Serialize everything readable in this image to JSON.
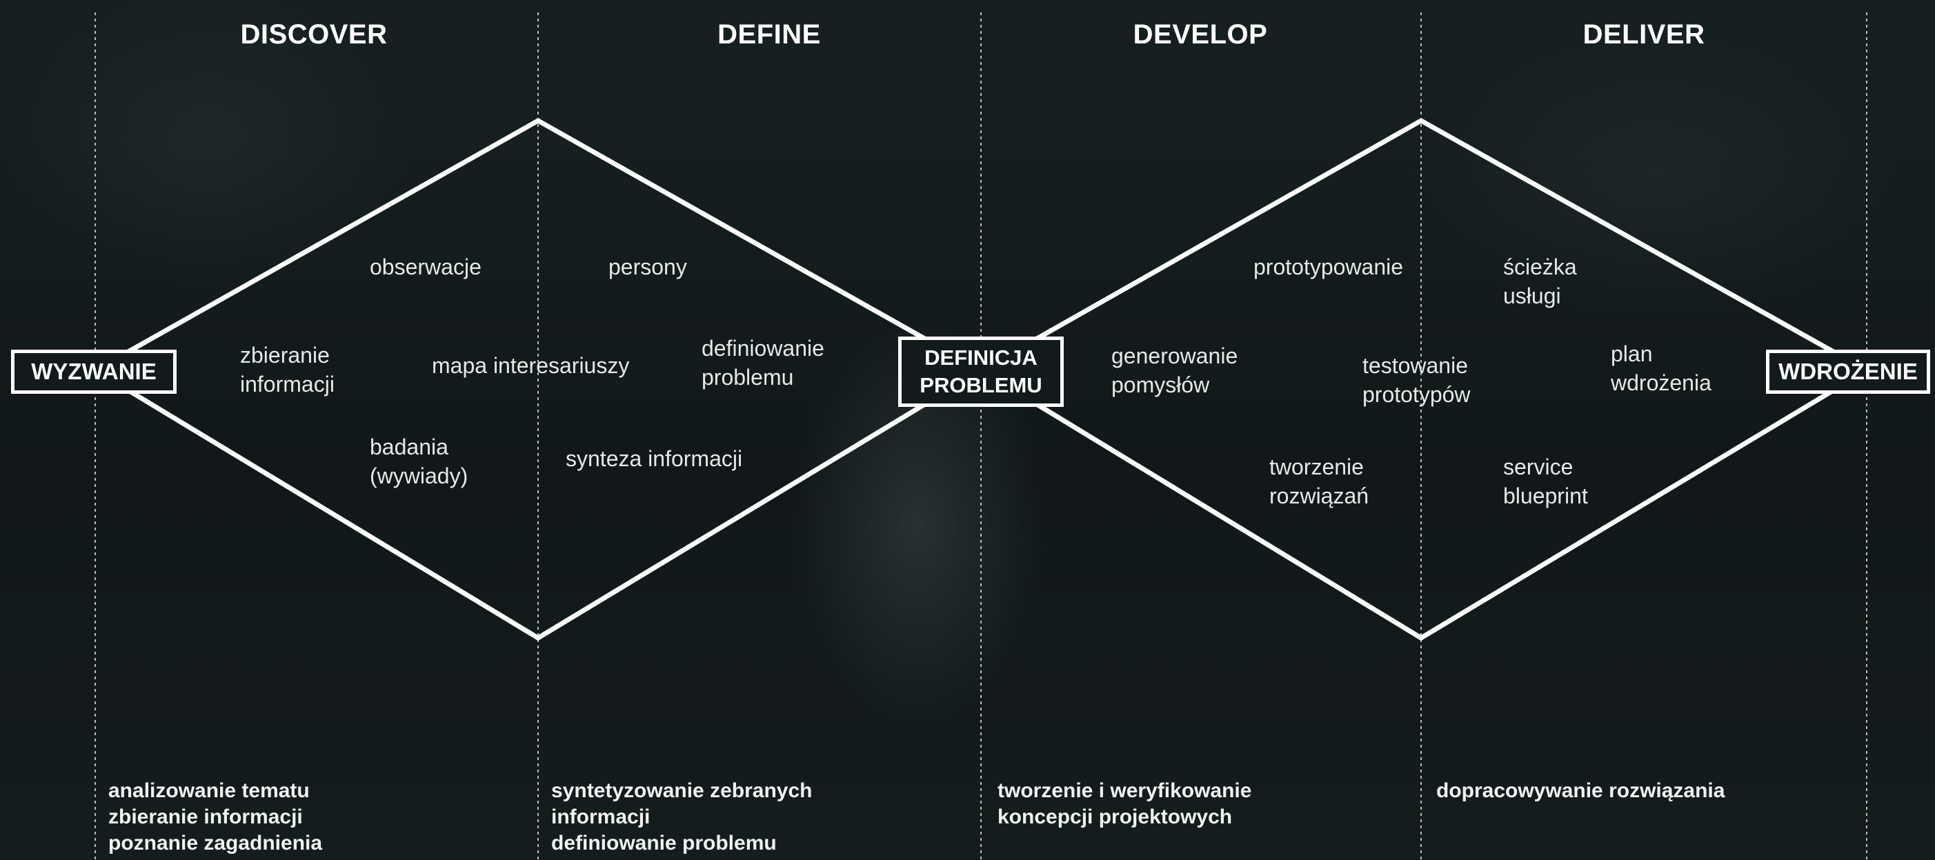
{
  "phases": {
    "discover": "DISCOVER",
    "define": "DEFINE",
    "develop": "DEVELOP",
    "deliver": "DELIVER"
  },
  "boxes": {
    "challenge": "WYZWANIE",
    "problem_definition": "DEFINICJA\nPROBLEMU",
    "implementation": "WDROŻENIE"
  },
  "first_diamond": {
    "observations": "obserwacje",
    "personas": "persony",
    "gathering_info": "zbieranie\ninformacji",
    "stakeholder_map": "mapa interesariuszy",
    "defining_problem": "definiowanie\nproblemu",
    "research": "badania\n(wywiady)",
    "synthesis": "synteza informacji"
  },
  "second_diamond": {
    "prototyping": "prototypowanie",
    "service_path": "ścieżka\nusługi",
    "idea_generation": "generowanie\npomysłów",
    "prototype_testing": "testowanie\nprototypów",
    "implementation_plan": "plan\nwdrożenia",
    "creating_solutions": "tworzenie\nrozwiązań",
    "service_blueprint": "service\nblueprint"
  },
  "descriptions": {
    "discover": "analizowanie tematu\nzbieranie informacji\npoznanie zagadnienia",
    "define": "syntetyzowanie zebranych\ninformacji\ndefiniowanie problemu",
    "develop": "tworzenie i weryfikowanie\nkoncepcji projektowych",
    "deliver": "dopracowywanie rozwiązania"
  },
  "colors": {
    "background": "#131a1b",
    "lines": "#ffffff",
    "dividers": "#bfbfbf"
  }
}
